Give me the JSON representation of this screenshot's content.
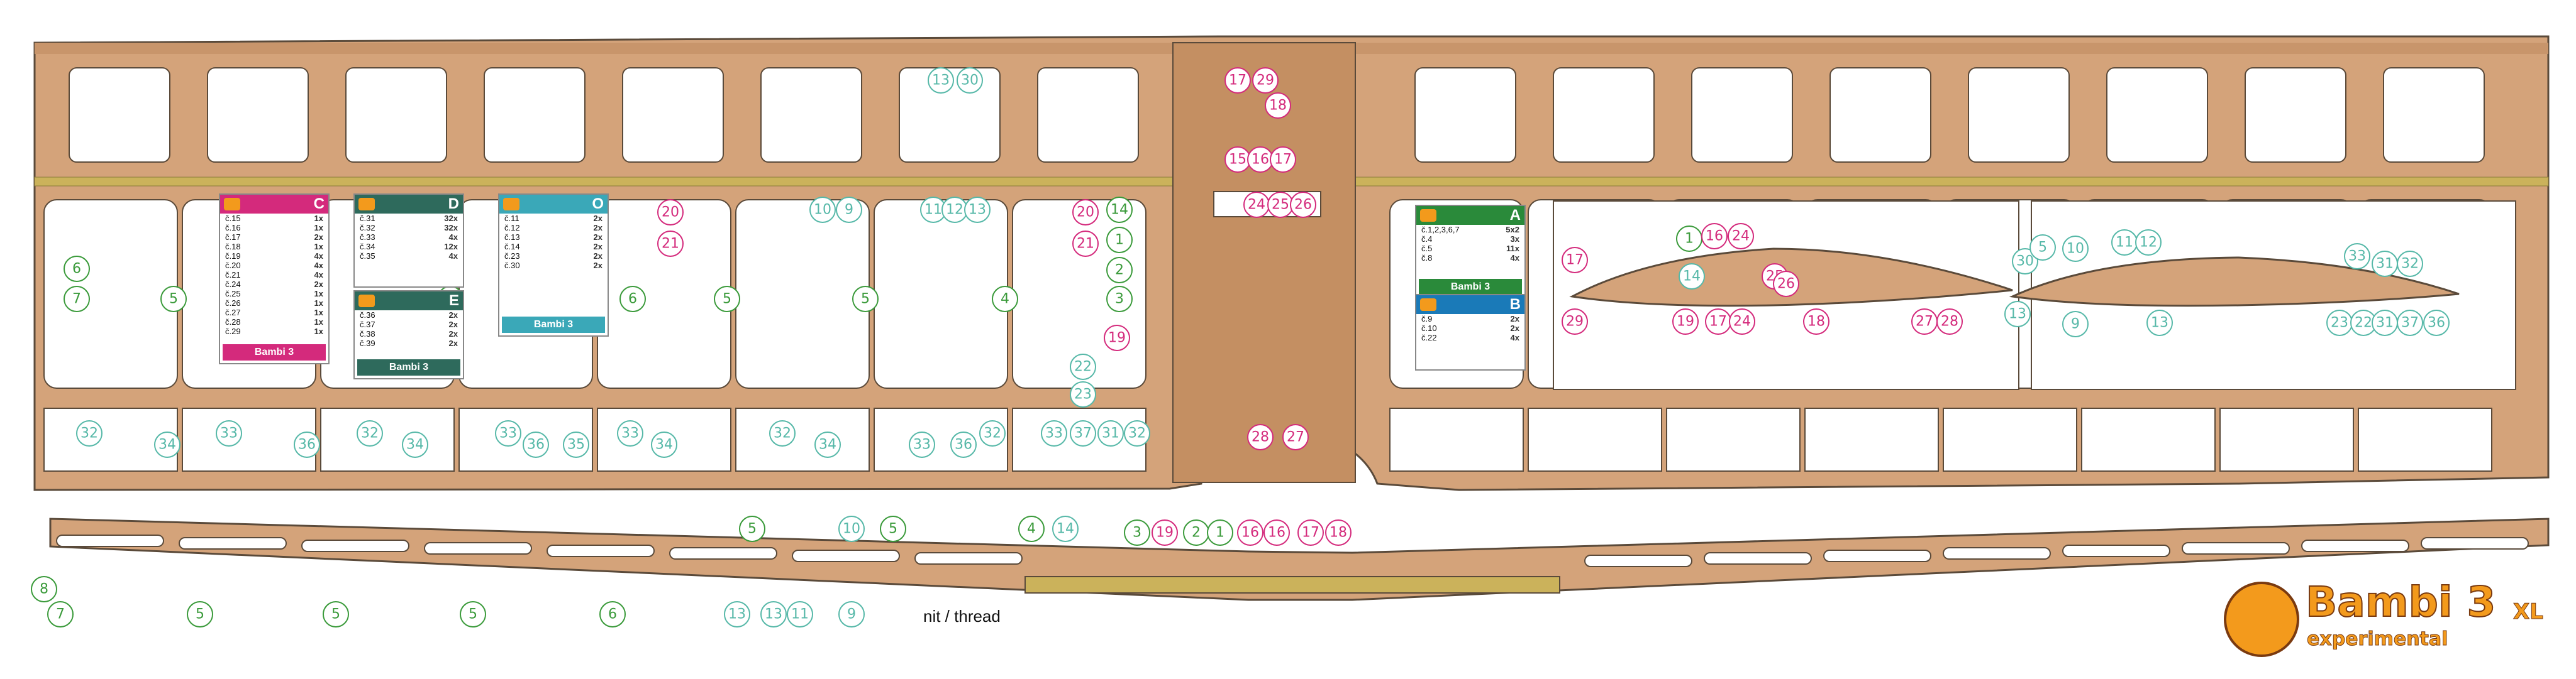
{
  "colors": {
    "wood": "#cf9f74",
    "wood_dark": "#b98058",
    "spar": "#cbb25b",
    "outline": "#5a4a3a",
    "teal": "#56b8a8",
    "magenta": "#d42a7c",
    "green": "#3a9a3a"
  },
  "thread_label": "nit / thread",
  "brand": {
    "title": "Bambi 3",
    "suffix": "XL",
    "subtitle": "experimental"
  },
  "upper_callouts": [
    {
      "text": "6",
      "c": "green"
    },
    {
      "text": "7",
      "c": "green"
    },
    {
      "text": "5",
      "c": "green"
    },
    {
      "text": "5",
      "c": "green"
    },
    {
      "text": "5",
      "c": "green"
    },
    {
      "text": "6",
      "c": "green"
    },
    {
      "text": "5",
      "c": "green"
    },
    {
      "text": "5",
      "c": "green"
    },
    {
      "text": "4",
      "c": "green"
    },
    {
      "text": "1",
      "c": "green"
    },
    {
      "text": "2",
      "c": "green"
    },
    {
      "text": "3",
      "c": "green"
    },
    {
      "text": "14",
      "c": "green"
    },
    {
      "text": "20",
      "c": "magenta"
    },
    {
      "text": "21",
      "c": "magenta"
    },
    {
      "text": "20",
      "c": "magenta"
    },
    {
      "text": "21",
      "c": "magenta"
    },
    {
      "text": "19",
      "c": "magenta"
    },
    {
      "text": "13",
      "c": "teal"
    },
    {
      "text": "30",
      "c": "teal"
    },
    {
      "text": "17",
      "c": "magenta"
    },
    {
      "text": "29",
      "c": "magenta"
    },
    {
      "text": "18",
      "c": "magenta"
    },
    {
      "text": "15",
      "c": "magenta"
    },
    {
      "text": "16",
      "c": "magenta"
    },
    {
      "text": "17",
      "c": "magenta"
    },
    {
      "text": "24",
      "c": "magenta"
    },
    {
      "text": "25",
      "c": "magenta"
    },
    {
      "text": "26",
      "c": "magenta"
    },
    {
      "text": "10",
      "c": "teal"
    },
    {
      "text": "9",
      "c": "teal"
    },
    {
      "text": "11",
      "c": "teal"
    },
    {
      "text": "12",
      "c": "teal"
    },
    {
      "text": "13",
      "c": "teal"
    },
    {
      "text": "22",
      "c": "teal"
    },
    {
      "text": "23",
      "c": "teal"
    },
    {
      "text": "32",
      "c": "teal"
    },
    {
      "text": "34",
      "c": "teal"
    },
    {
      "text": "33",
      "c": "teal"
    },
    {
      "text": "36",
      "c": "teal"
    },
    {
      "text": "32",
      "c": "teal"
    },
    {
      "text": "34",
      "c": "teal"
    },
    {
      "text": "33",
      "c": "teal"
    },
    {
      "text": "36",
      "c": "teal"
    },
    {
      "text": "35",
      "c": "teal"
    },
    {
      "text": "33",
      "c": "teal"
    },
    {
      "text": "34",
      "c": "teal"
    },
    {
      "text": "32",
      "c": "teal"
    },
    {
      "text": "34",
      "c": "teal"
    },
    {
      "text": "33",
      "c": "teal"
    },
    {
      "text": "36",
      "c": "teal"
    },
    {
      "text": "32",
      "c": "teal"
    },
    {
      "text": "33",
      "c": "teal"
    },
    {
      "text": "37",
      "c": "teal"
    },
    {
      "text": "31",
      "c": "teal"
    },
    {
      "text": "32",
      "c": "teal"
    },
    {
      "text": "28",
      "c": "magenta"
    },
    {
      "text": "27",
      "c": "magenta"
    }
  ],
  "rib_callouts": [
    {
      "text": "17",
      "c": "magenta"
    },
    {
      "text": "29",
      "c": "magenta"
    },
    {
      "text": "1",
      "c": "green"
    },
    {
      "text": "14",
      "c": "teal"
    },
    {
      "text": "16",
      "c": "magenta"
    },
    {
      "text": "24",
      "c": "magenta"
    },
    {
      "text": "25",
      "c": "magenta"
    },
    {
      "text": "26",
      "c": "magenta"
    },
    {
      "text": "19",
      "c": "magenta"
    },
    {
      "text": "17",
      "c": "magenta"
    },
    {
      "text": "24",
      "c": "magenta"
    },
    {
      "text": "18",
      "c": "magenta"
    },
    {
      "text": "27",
      "c": "magenta"
    },
    {
      "text": "28",
      "c": "magenta"
    },
    {
      "text": "30",
      "c": "teal"
    },
    {
      "text": "5",
      "c": "teal"
    },
    {
      "text": "10",
      "c": "teal"
    },
    {
      "text": "11",
      "c": "teal"
    },
    {
      "text": "12",
      "c": "teal"
    },
    {
      "text": "13",
      "c": "teal"
    },
    {
      "text": "9",
      "c": "teal"
    },
    {
      "text": "13",
      "c": "teal"
    },
    {
      "text": "33",
      "c": "teal"
    },
    {
      "text": "31",
      "c": "teal"
    },
    {
      "text": "32",
      "c": "teal"
    },
    {
      "text": "23",
      "c": "teal"
    },
    {
      "text": "22",
      "c": "teal"
    },
    {
      "text": "31",
      "c": "teal"
    },
    {
      "text": "37",
      "c": "teal"
    },
    {
      "text": "36",
      "c": "teal"
    }
  ],
  "lower_callouts": [
    {
      "text": "8",
      "c": "green"
    },
    {
      "text": "7",
      "c": "green"
    },
    {
      "text": "5",
      "c": "green"
    },
    {
      "text": "5",
      "c": "green"
    },
    {
      "text": "5",
      "c": "green"
    },
    {
      "text": "6",
      "c": "green"
    },
    {
      "text": "5",
      "c": "green"
    },
    {
      "text": "10",
      "c": "teal"
    },
    {
      "text": "5",
      "c": "green"
    },
    {
      "text": "13",
      "c": "teal"
    },
    {
      "text": "13",
      "c": "teal"
    },
    {
      "text": "11",
      "c": "teal"
    },
    {
      "text": "9",
      "c": "teal"
    },
    {
      "text": "4",
      "c": "green"
    },
    {
      "text": "14",
      "c": "teal"
    },
    {
      "text": "3",
      "c": "green"
    },
    {
      "text": "19",
      "c": "magenta"
    },
    {
      "text": "2",
      "c": "green"
    },
    {
      "text": "1",
      "c": "green"
    },
    {
      "text": "16",
      "c": "magenta"
    },
    {
      "text": "16",
      "c": "magenta"
    },
    {
      "text": "17",
      "c": "magenta"
    },
    {
      "text": "18",
      "c": "magenta"
    }
  ],
  "parts_cards": [
    {
      "letter": "C",
      "color": "#d42a7c",
      "rows": [
        [
          "č.15",
          "1x"
        ],
        [
          "č.16",
          "1x"
        ],
        [
          "č.17",
          "2x"
        ],
        [
          "č.18",
          "1x"
        ],
        [
          "č.19",
          "4x"
        ],
        [
          "č.20",
          "4x"
        ],
        [
          "č.21",
          "4x"
        ],
        [
          "č.24",
          "2x"
        ],
        [
          "č.25",
          "1x"
        ],
        [
          "č.26",
          "1x"
        ],
        [
          "č.27",
          "1x"
        ],
        [
          "č.28",
          "1x"
        ],
        [
          "č.29",
          "1x"
        ]
      ],
      "foot": "Bambi 3"
    },
    {
      "letter": "D",
      "color": "#2e6a5c",
      "rows": [
        [
          "č.31",
          "32x"
        ],
        [
          "č.32",
          "32x"
        ],
        [
          "č.33",
          "4x"
        ],
        [
          "č.34",
          "12x"
        ],
        [
          "č.35",
          "4x"
        ]
      ],
      "foot": ""
    },
    {
      "letter": "E",
      "color": "#2e6a5c",
      "rows": [
        [
          "č.36",
          "2x"
        ],
        [
          "č.37",
          "2x"
        ],
        [
          "č.38",
          "2x"
        ],
        [
          "č.39",
          "2x"
        ]
      ],
      "foot": "Bambi 3"
    },
    {
      "letter": "O",
      "color": "#3aa8b8",
      "rows": [
        [
          "č.11",
          "2x"
        ],
        [
          "č.12",
          "2x"
        ],
        [
          "č.13",
          "2x"
        ],
        [
          "č.14",
          "2x"
        ],
        [
          "č.23",
          "2x"
        ],
        [
          "č.30",
          "2x"
        ]
      ],
      "foot": "Bambi 3"
    },
    {
      "letter": "A",
      "color": "#2a8a3a",
      "rows": [
        [
          "č.1,2,3,6,7",
          "5x2"
        ],
        [
          "č.4",
          "3x"
        ],
        [
          "č.5",
          "11x"
        ],
        [
          "č.8",
          "4x"
        ]
      ],
      "foot": "Bambi 3"
    },
    {
      "letter": "B",
      "color": "#1a7ab8",
      "rows": [
        [
          "č.9",
          "2x"
        ],
        [
          "č.10",
          "2x"
        ],
        [
          "č.22",
          "4x"
        ]
      ],
      "foot": ""
    }
  ]
}
